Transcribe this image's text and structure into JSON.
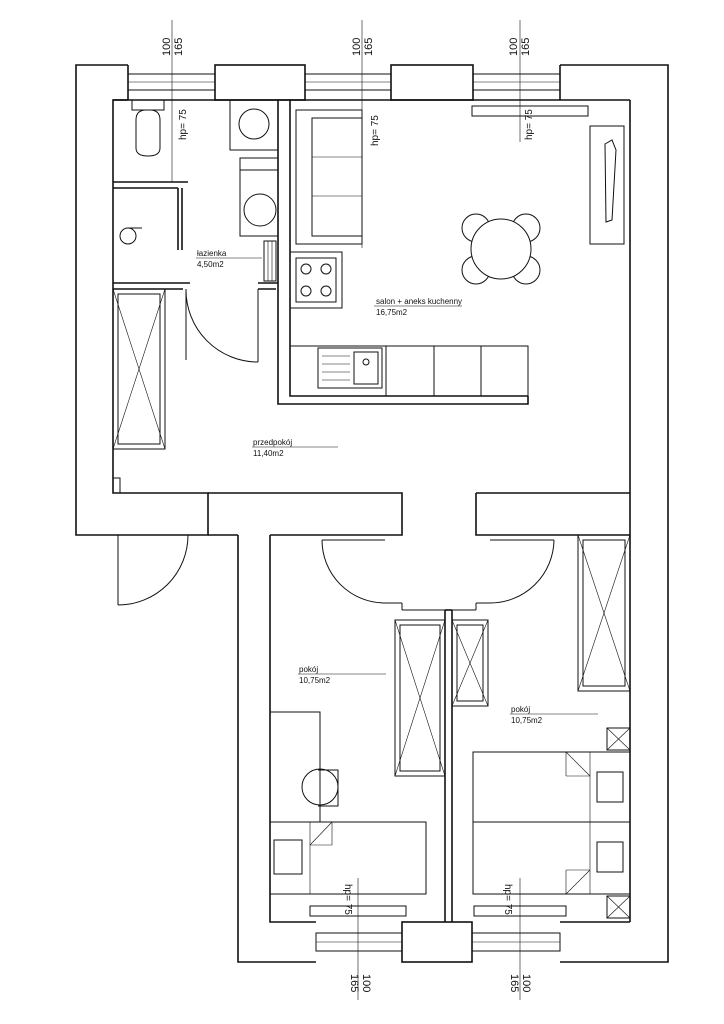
{
  "rooms": {
    "bathroom": {
      "name": "łazienka",
      "area": "4,50m2"
    },
    "living": {
      "name": "salon + aneks kuchenny",
      "area": "16,75m2"
    },
    "hall": {
      "name": "przedpokój",
      "area": "11,40m2"
    },
    "room1": {
      "name": "pokój",
      "area": "10,75m2"
    },
    "room2": {
      "name": "pokój",
      "area": "10,75m2"
    }
  },
  "window_dimensions": {
    "width": "100",
    "height": "165",
    "sill": "hp= 75"
  }
}
